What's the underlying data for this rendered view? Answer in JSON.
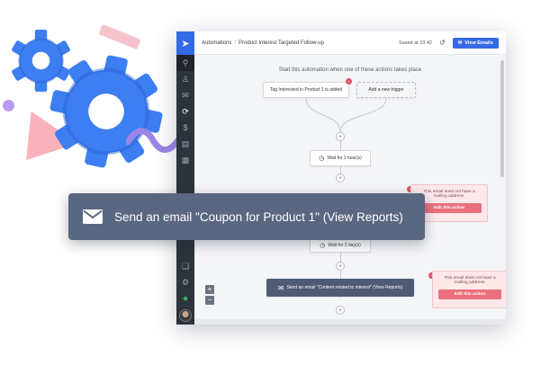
{
  "breadcrumb": {
    "root": "Automations",
    "separator": "/",
    "current": "Product Interest Targeted Follow-up"
  },
  "topbar": {
    "saved_text": "Saved at 10:42",
    "view_emails_label": "View Emails"
  },
  "canvas": {
    "heading": "Start this automation when one of these actions takes place",
    "trigger_label": "Tag Interested in Product 1 is added",
    "trigger_badge": "1",
    "add_trigger_label": "Add a new trigger",
    "wait1_label": "Wait for 1 hour(s)",
    "wait2_label": "Wait for 2 day(s)",
    "email2_label": "Send an email \"Content related to interest\" (View Reports)",
    "warning_text": "This email does not have a mailing address.",
    "edit_action_label": "Edit this action",
    "zoom_in": "+",
    "zoom_out": "−",
    "plus": "+"
  },
  "callout": {
    "label": "Send an email \"Coupon for Product 1\" (View Reports)"
  },
  "colors": {
    "accent": "#356ae6",
    "gear": "#3d7ef2",
    "sidebar": "#2d333a",
    "warning_bg": "#fde8ea",
    "edit_button": "#e9707c",
    "callout": "#5a6781"
  },
  "icons": [
    "search-icon",
    "contacts-icon",
    "email-icon",
    "automation-icon",
    "deals-icon",
    "forms-icon",
    "reports-icon",
    "apps-icon",
    "settings-icon",
    "star-icon",
    "history-icon",
    "clock-icon",
    "envelope-icon"
  ]
}
